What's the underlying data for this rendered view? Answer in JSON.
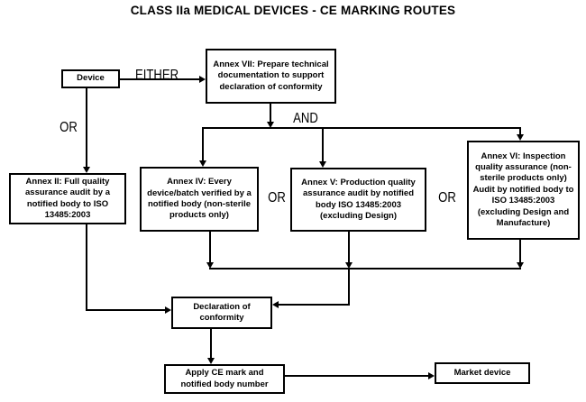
{
  "title": "CLASS IIa MEDICAL DEVICES - CE MARKING ROUTES",
  "connector_labels": {
    "either": "EITHER",
    "or_left": "OR",
    "and": "AND",
    "or_mid": "OR",
    "or_right": "OR"
  },
  "nodes": {
    "device": "Device",
    "annex_vii": "Annex VII: Prepare technical documentation to support declaration of conformity",
    "annex_ii": "Annex II: Full quality assurance audit by a notified body to ISO 13485:2003",
    "annex_iv": "Annex IV: Every device/batch verified by a notified body (non-sterile products only)",
    "annex_v": "Annex V: Production quality assurance audit by notified body ISO 13485:2003 (excluding Design)",
    "annex_vi": "Annex VI: Inspection quality assurance (non-sterile products only) Audit by notified body to ISO 13485:2003 (excluding Design and Manufacture)",
    "declaration": "Declaration of conformity",
    "apply_ce": "Apply CE mark and notified body number",
    "market": "Market device"
  },
  "colors": {
    "ink": "#000000",
    "background": "#ffffff"
  }
}
